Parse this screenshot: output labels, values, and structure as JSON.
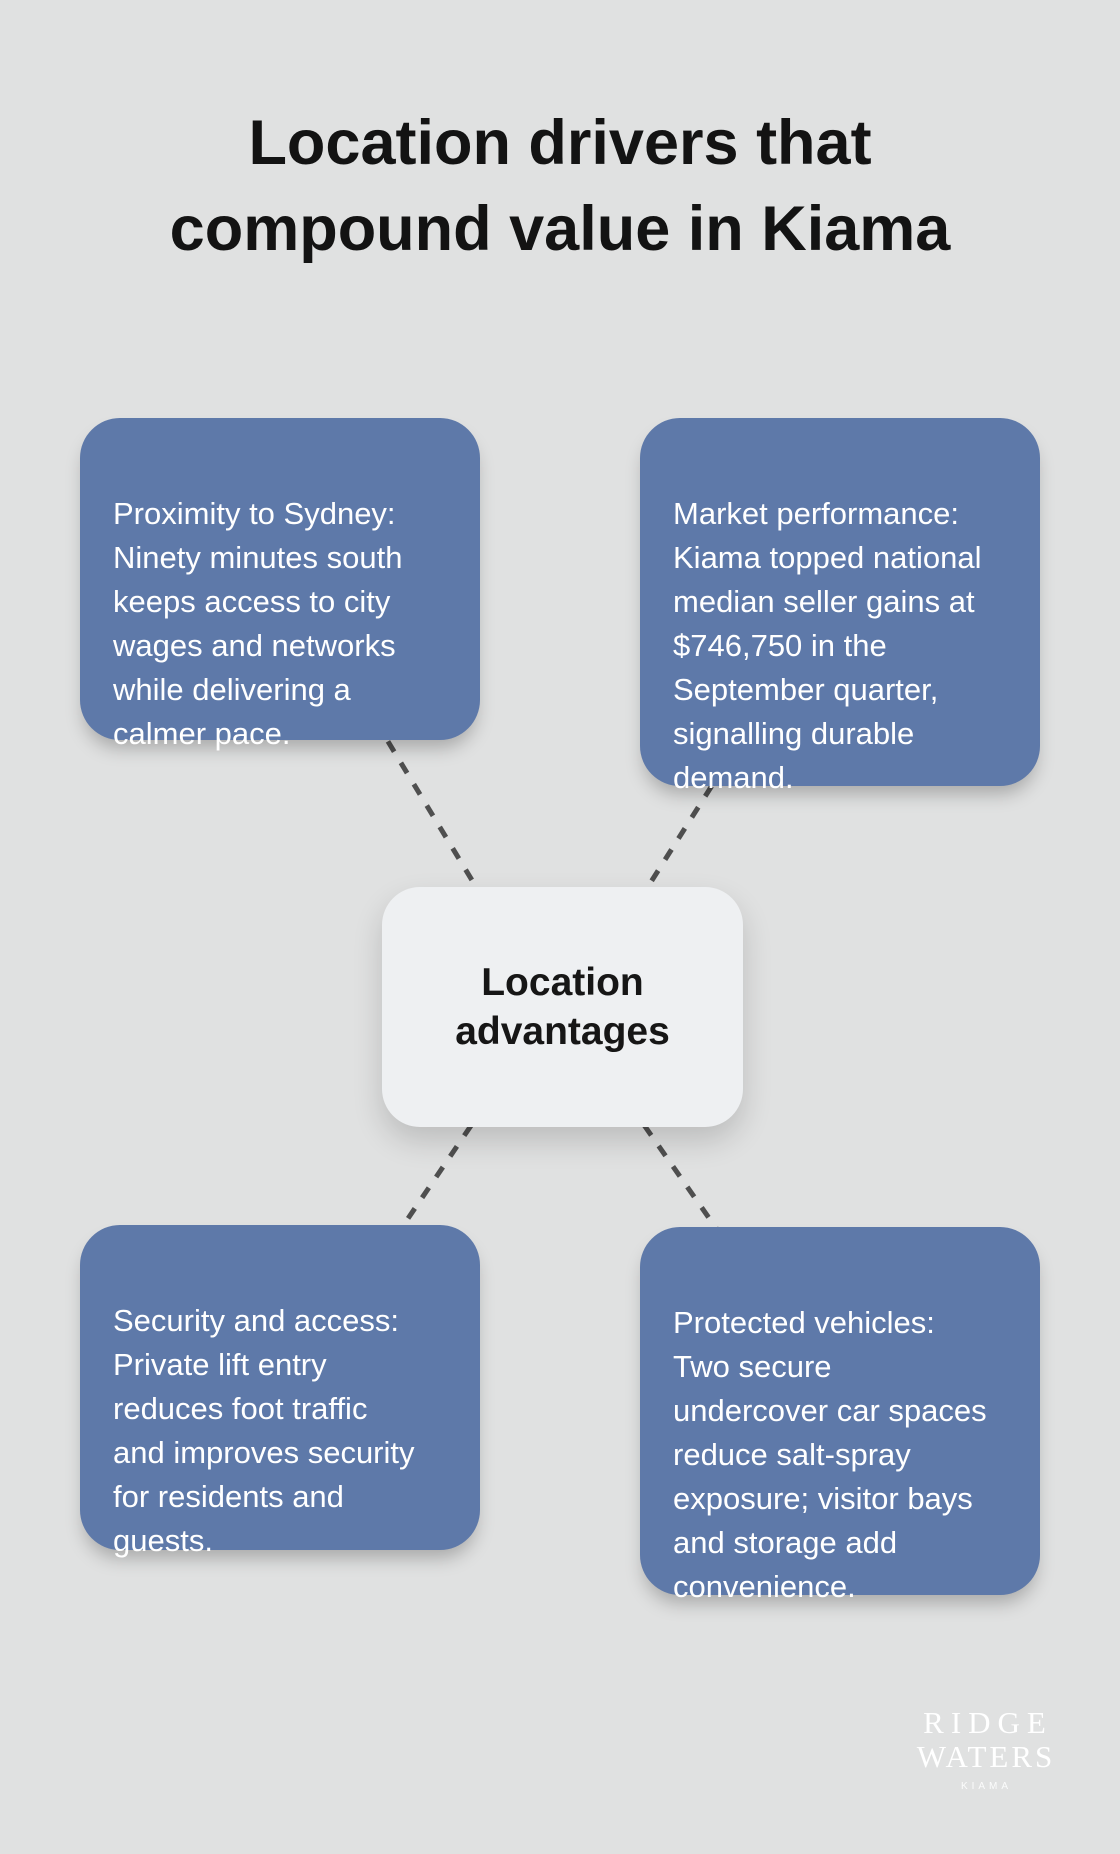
{
  "title": "Location drivers that\ncompound value in Kiama",
  "diagram": {
    "center": {
      "label": "Location\nadvantages"
    },
    "nodes": [
      {
        "position": "top-left",
        "text": "Proximity to Sydney:\nNinety minutes south\nkeeps access to city\nwages and networks\nwhile delivering a\ncalmer pace."
      },
      {
        "position": "top-right",
        "text": "Market performance:\nKiama topped national\nmedian seller gains at\n$746,750 in the\nSeptember quarter,\nsignalling durable\ndemand."
      },
      {
        "position": "bottom-left",
        "text": "Security and access:\nPrivate lift entry\nreduces foot traffic\nand improves security\nfor residents and\nguests."
      },
      {
        "position": "bottom-right",
        "text": "Protected vehicles:\nTwo secure\nundercover car spaces\nreduce salt-spray\nexposure; visitor bays\nand storage add\nconvenience."
      }
    ]
  },
  "logo": {
    "line1": "RIDGE",
    "line2": "WATERS",
    "tagline": "KIAMA"
  },
  "colors": {
    "background": "#e0e1e1",
    "node_fill": "#5e79a9",
    "node_text": "#ffffff",
    "center_fill": "#eef0f2",
    "center_text": "#161616",
    "title_text": "#131313",
    "connector": "#4f4f4f",
    "logo_text": "#ffffff"
  }
}
